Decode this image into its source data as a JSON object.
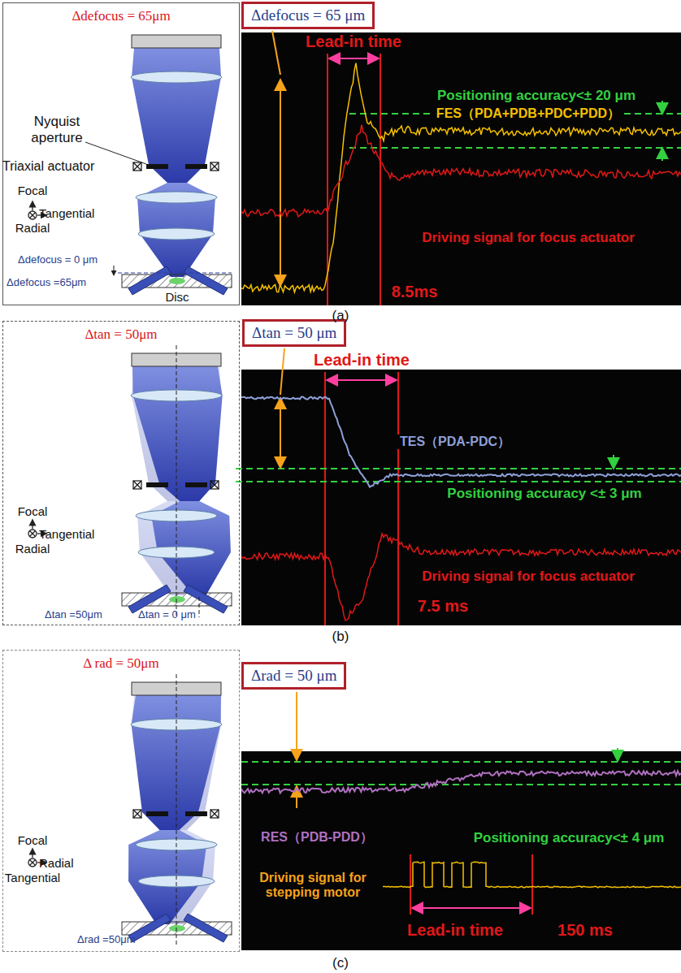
{
  "diagram": {
    "nodes": [
      {
        "text": [
          "Δdefocus = 65μm"
        ]
      },
      {
        "text": [
          "Δdefocus = 65 μm"
        ]
      },
      {
        "text": [
          "Δtan = 50μm"
        ]
      },
      {
        "text": [
          "Δtan = 50 μm"
        ]
      },
      {
        "text": [
          "Δ rad = 50μm"
        ]
      },
      {
        "text": [
          "Δrad = 50 μm"
        ]
      }
    ],
    "labels": [
      "Nyquist aperture",
      "Triaxial actuator",
      "Focal",
      "Tangential",
      "Radial",
      "Δdefocus = 0 μm",
      "Δdefocus =65μm",
      "Disc",
      "Lead-in time",
      "Positioning accuracy<± 20 μm",
      "FES（PDA+PDB+PDC+PDD）",
      "Driving signal for focus actuator",
      "8.5ms",
      "(a)",
      "Focal",
      "Tangential",
      "Radial",
      "Δtan =50μm",
      "Δtan = 0 μm",
      "Lead-in time",
      "TES（PDA-PDC）",
      "Positioning accuracy <± 3 μm",
      "Driving signal for focus actuator",
      "7.5 ms",
      "(b)",
      "Focal",
      "Radial",
      "Tangential",
      "Δrad =50μm",
      "RES（PDB-PDD）",
      "Positioning accuracy<± 4 μm",
      "Driving signal for stepping motor",
      "Lead-in time",
      "150 ms",
      "(c)"
    ]
  }
}
